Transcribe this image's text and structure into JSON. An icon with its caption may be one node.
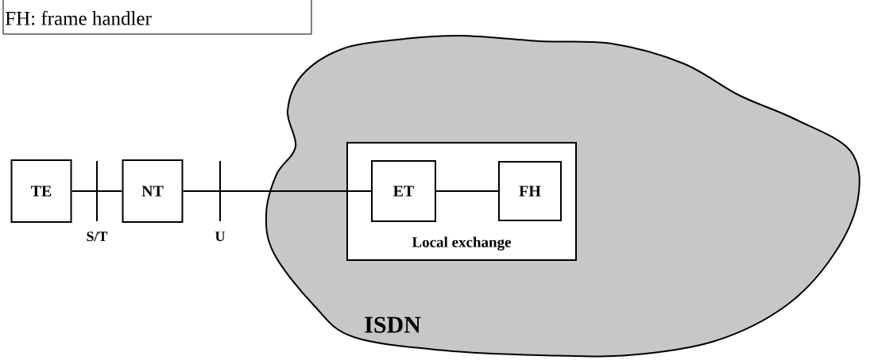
{
  "diagram": {
    "nodes": [
      {
        "text": [
          "FH: frame handler"
        ]
      },
      {
        "text": [
          "TE"
        ]
      },
      {
        "text": [
          "NT"
        ]
      },
      {
        "text": [
          "ISDN"
        ]
      },
      {
        "text": [
          "Local exchange"
        ],
        "in": 3
      },
      {
        "text": [
          "ET"
        ],
        "in": 4
      },
      {
        "text": [
          "FH"
        ],
        "in": 4
      }
    ],
    "edges": [
      {
        "from": 1,
        "to": 2,
        "arrow": "none"
      },
      {
        "from": 2,
        "to": 5,
        "arrow": "none"
      },
      {
        "from": 5,
        "to": 6,
        "arrow": "none"
      }
    ],
    "labels": [
      "S/T",
      "U"
    ]
  }
}
